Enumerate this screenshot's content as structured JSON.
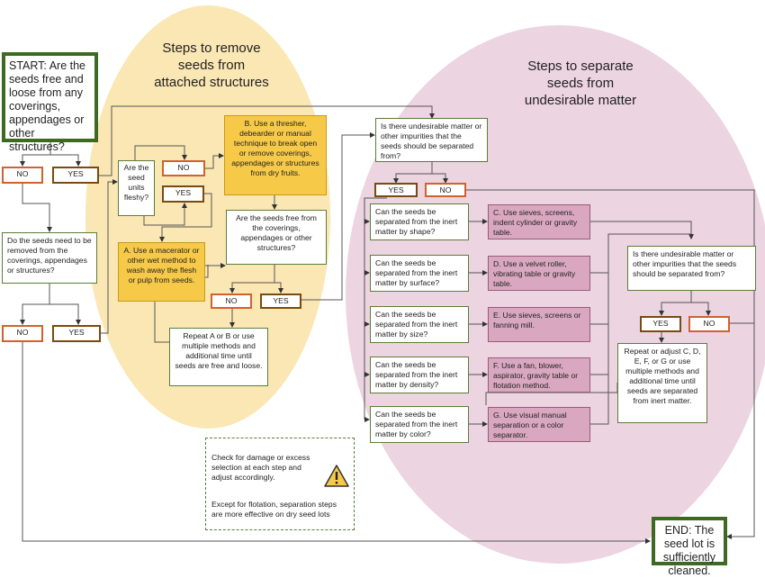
{
  "headings": {
    "left": "Steps to remove\nseeds from\nattached structures",
    "right": "Steps to separate\nseeds from\nundesirable matter"
  },
  "start": "START: Are the seeds free and loose from any coverings, appendages or other structures?",
  "end": "END: The seed lot is sufficiently cleaned.",
  "labels": {
    "yes": "YES",
    "no": "NO"
  },
  "boxes": {
    "need_removed": "Do the seeds need to be removed from the coverings, appendages or structures?",
    "fleshy": "Are the seed units fleshy?",
    "step_a": "A. Use a macerator or other wet method to wash away the flesh or pulp from seeds.",
    "step_b": "B. Use a thresher, debearder or manual technique to break open or remove coverings, appendages or structures from dry fruits.",
    "seeds_free": "Are the seeds free from the coverings, appendages or other structures?",
    "repeat_ab": "Repeat A or B or use multiple methods and additional time until seeds are free and loose.",
    "impurities_1": "Is there undesirable matter or other impurities that the seeds should be separated from?",
    "impurities_2": "Is there undesirable matter or other impurities that the seeds should be separated from?",
    "q_shape": "Can the seeds be separated from the inert matter by shape?",
    "q_surface": "Can the seeds be separated from the inert matter by surface?",
    "q_size": "Can the seeds be separated from the inert matter by size?",
    "q_density": "Can the seeds be separated from the inert matter by density?",
    "q_color": "Can the seeds be separated from the inert matter by color?",
    "step_c": "C. Use sieves, screens, indent cylinder or gravity table.",
    "step_d": "D. Use a velvet roller, vibrating table or gravity table.",
    "step_e": "E. Use sieves, screens or fanning mill.",
    "step_f": "F. Use a fan, blower, aspirator, gravity table or flotation method.",
    "step_g": "G. Use visual manual separation or a color separator.",
    "repeat_cg": "Repeat or adjust C, D, E, F, or G or use multiple methods and additional time until seeds are separated from inert matter."
  },
  "note": {
    "line1": "Check for damage or excess selection at each step and adjust accordingly.",
    "line2": "Except for flotation, separation steps are more effective on dry seed lots"
  },
  "colors": {
    "left_ellipse": "#fbe7b4",
    "right_ellipse": "#ecd4e0",
    "step_yellow": "#f7c948",
    "step_pink": "#d9a8c0",
    "outline_green": "#3d6a22",
    "yes_border": "#7a4a10",
    "no_border": "#d0622c"
  },
  "icons": {
    "warning": "warning-triangle-icon"
  }
}
